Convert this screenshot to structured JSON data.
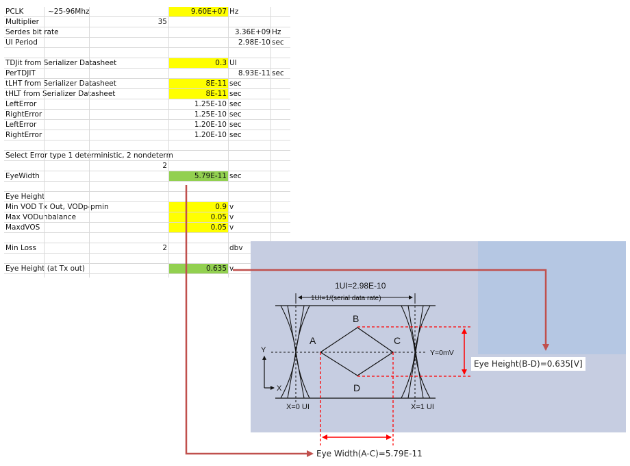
{
  "spreadsheet": {
    "rows": [
      {
        "a": "PCLK",
        "b": "~25-96Mhz",
        "d": "9.60E+07",
        "d_fill": "yellow",
        "e": "Hz"
      },
      {
        "a": "Multiplier",
        "c": "35"
      },
      {
        "a": "Serdes bit rate",
        "ef": "3.36E+09",
        "f": "Hz"
      },
      {
        "a": "UI Period",
        "ef": "2.98E-10",
        "f": "sec"
      },
      {},
      {
        "a": "TDJit from Serializer Datasheet",
        "d": "0.3",
        "d_fill": "yellow",
        "e": "UI"
      },
      {
        "a": "PerTDJIT",
        "ef": "8.93E-11",
        "f": "sec"
      },
      {
        "a": "tLHT from Serializer Datasheet",
        "d": "8E-11",
        "d_fill": "yellow",
        "e": "sec"
      },
      {
        "a": "tHLT from Serializer Datasheet",
        "d": "8E-11",
        "d_fill": "yellow",
        "e": "sec"
      },
      {
        "a": "LeftError",
        "d": "1.25E-10",
        "e": "sec"
      },
      {
        "a": "RightError",
        "d": "1.25E-10",
        "e": "sec"
      },
      {
        "a": "LeftError",
        "d": "1.20E-10",
        "e": "sec"
      },
      {
        "a": "RightError",
        "d": "1.20E-10",
        "e": "sec"
      },
      {},
      {
        "a": "Select Error type 1 deterministic, 2 nondeterm"
      },
      {
        "c": "2"
      },
      {
        "a": "EyeWidth",
        "d": "5.79E-11",
        "d_fill": "green",
        "e": "sec"
      },
      {},
      {
        "a": "Eye Height"
      },
      {
        "a": "Min VOD Tx Out, VODp-pmin",
        "d": "0.9",
        "d_fill": "yellow",
        "e": "v"
      },
      {
        "a": "Max VODunbalance",
        "d": "0.05",
        "d_fill": "yellow",
        "e": "v"
      },
      {
        "a": "MaxdVOS",
        "d": "0.05",
        "d_fill": "yellow",
        "e": "v"
      },
      {},
      {
        "a": "Min Loss",
        "c": "2",
        "e": "dbv"
      },
      {},
      {
        "a": "Eye Height (at Tx out)",
        "d": "0.635",
        "d_fill": "green",
        "e": "v"
      }
    ]
  },
  "diagram": {
    "ui_label": "1UI=2.98E-10",
    "ui_formula": "1UI=1/(serial data rate)",
    "point_a": "A",
    "point_b": "B",
    "point_c": "C",
    "point_d": "D",
    "y_zero": "Y=0mV",
    "axis_y": "Y",
    "axis_x": "X",
    "x0": "X=0 UI",
    "x1": "X=1 UI"
  },
  "callouts": {
    "eye_height": "Eye Height(B-D)=0.635[V]",
    "eye_width": "Eye Width(A-C)=5.79E-11"
  },
  "colors": {
    "highlight_input": "#ffff00",
    "highlight_result": "#92d050",
    "arrow": "#c0504d",
    "dashed_guide": "#ff0000",
    "panel": "#c6cde1"
  }
}
